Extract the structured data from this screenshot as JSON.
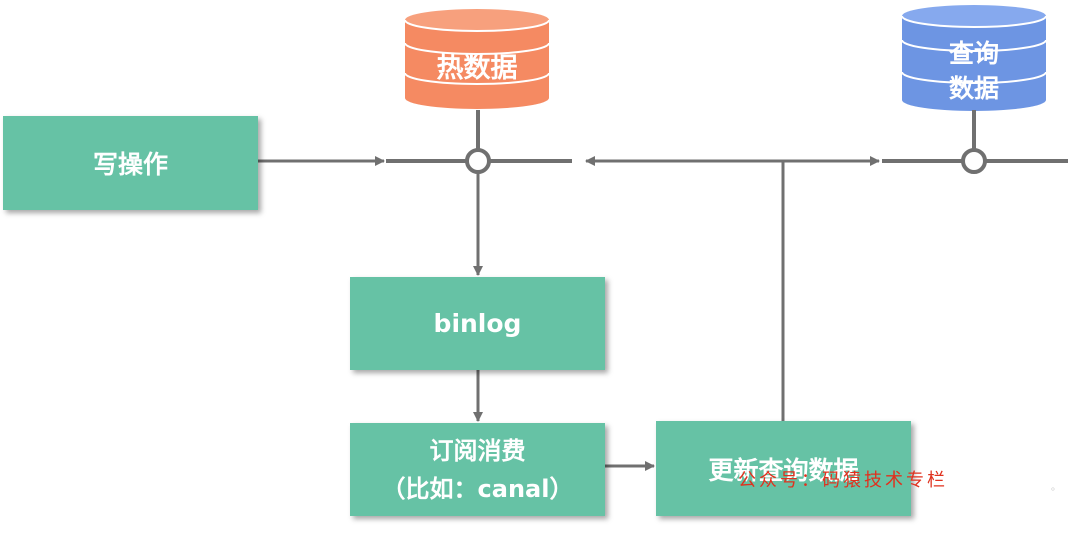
{
  "diagram": {
    "hot_db": {
      "label": "热数据",
      "color": "#f58a62",
      "top_color": "#f7a07d"
    },
    "query_db": {
      "label_line1": "查询",
      "label_line2": "数据",
      "color": "#6d95e3",
      "top_color": "#86a9ee"
    },
    "write_box": {
      "label": "写操作"
    },
    "binlog_box": {
      "label": "binlog"
    },
    "consume_box": {
      "line1": "订阅消费",
      "line2": "（比如：canal）"
    },
    "update_box": {
      "label": "更新查询数据"
    },
    "box_color": "#66c2a5",
    "line_color": "#707070"
  },
  "watermark": {
    "text": "公众号：码猿技术专栏"
  },
  "corner_mark": {
    "text": "。"
  }
}
